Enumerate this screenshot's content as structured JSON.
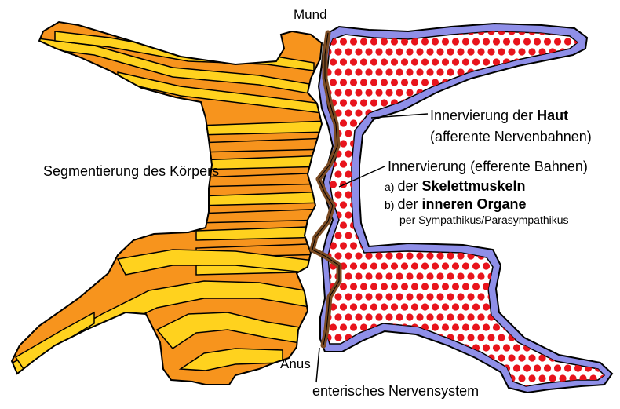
{
  "labels": {
    "mouth": "Mund",
    "anus": "Anus",
    "segmentation": "Segmentierung des Körpers",
    "skin_line1_prefix": "Innervierung der ",
    "skin_line1_bold": "Haut",
    "skin_line2": "(afferente Nervenbahnen)",
    "efferent_title": "Innervierung (efferente Bahnen)",
    "item_a_marker": "a)",
    "item_a_prefix": "der ",
    "item_a_bold": "Skelettmuskeln",
    "item_b_marker": "b)",
    "item_b_prefix": "der ",
    "item_b_bold": "inneren Organe",
    "item_b_note": "per Sympathikus/Parasympathikus",
    "enteric": "enterisches Nervensystem"
  },
  "colors": {
    "segment_orange": "#f7941d",
    "segment_yellow": "#ffd21e",
    "outline": "#000000",
    "skin_blue": "#8f8fe8",
    "body_white": "#ffffff",
    "dots_red": "#e8141c",
    "gut_brown": "#7a4a22"
  }
}
